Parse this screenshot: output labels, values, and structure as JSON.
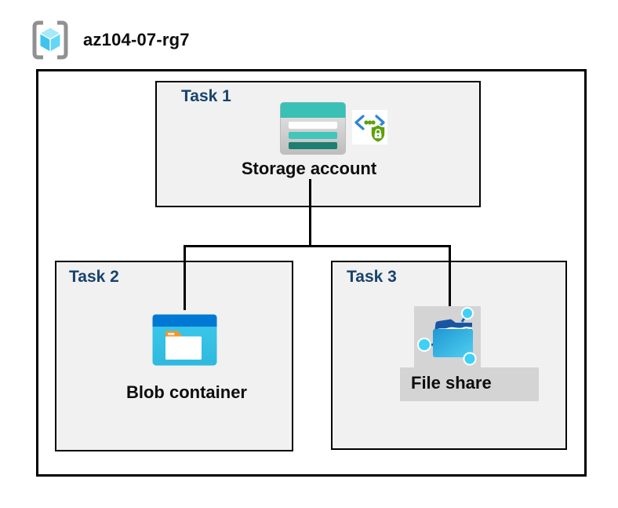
{
  "resource_group": {
    "name": "az104-07-rg7",
    "icon": "resource-group-icon"
  },
  "tasks": [
    {
      "label": "Task 1",
      "item_label": "Storage account",
      "icons": [
        "storage-account-icon",
        "sas-shield-lock-icon"
      ]
    },
    {
      "label": "Task 2",
      "item_label": "Blob container",
      "icons": [
        "blob-container-icon"
      ]
    },
    {
      "label": "Task 3",
      "item_label": "File share",
      "icons": [
        "file-share-icon"
      ],
      "highlight": "gray-selection"
    }
  ],
  "colors": {
    "task_label": "#17436e",
    "task_box_background": "#f1f1f1",
    "border": "#000000",
    "highlight_gray": "#d4d4d4",
    "storage_teal": "#3ac0b4",
    "storage_teal_dark": "#1f7e72",
    "blob_header_blue": "#0078d4",
    "blob_body_cyan": "#35c4e7",
    "folder_tab_orange": "#f79428",
    "file_share_flap_blue": "#1a55a2",
    "file_share_body_cyan": "#2fb3e2",
    "node_cyan": "#3fd0f7",
    "sas_bracket_blue": "#2e86d1",
    "sas_green": "#5aa10c",
    "rg_bracket_gray": "#909090",
    "rg_cube_cyan": "#50d3f4"
  }
}
